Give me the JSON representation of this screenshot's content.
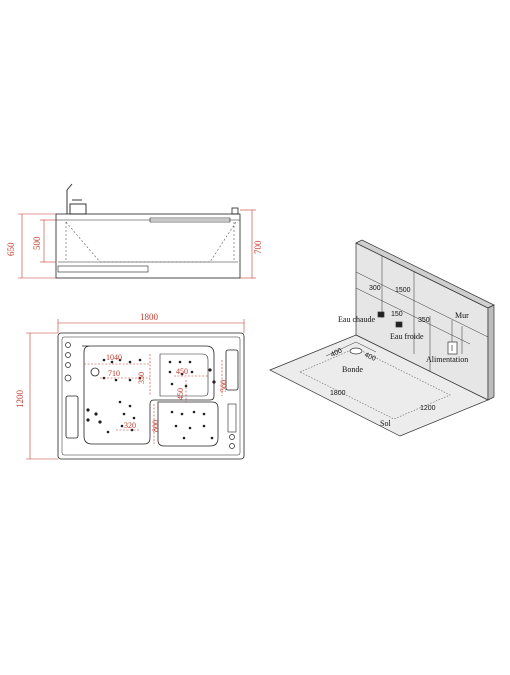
{
  "colors": {
    "dimension": "#c0392b",
    "line": "#222222",
    "hidden": "#555555"
  },
  "side_view": {
    "dims": {
      "left_outer": "650",
      "left_inner": "500",
      "right": "700"
    }
  },
  "top_view": {
    "dims": {
      "width": "1800",
      "depth": "1200",
      "d1040": "1040",
      "d710": "710",
      "d350": "350",
      "d450a": "450",
      "d450b": "450",
      "d560": "560",
      "d320": "320",
      "d800": "800"
    }
  },
  "install_view": {
    "numbers": {
      "n300": "300",
      "n1500": "1500",
      "n150": "150",
      "n350": "350",
      "n400a": "400",
      "n400b": "400",
      "n1800": "1800",
      "n1200": "1200"
    },
    "labels": {
      "hot": "Eau chaude",
      "cold": "Eau froide",
      "wall": "Mur",
      "power": "Alimentation",
      "drain": "Bonde",
      "floor": "Sol"
    }
  }
}
